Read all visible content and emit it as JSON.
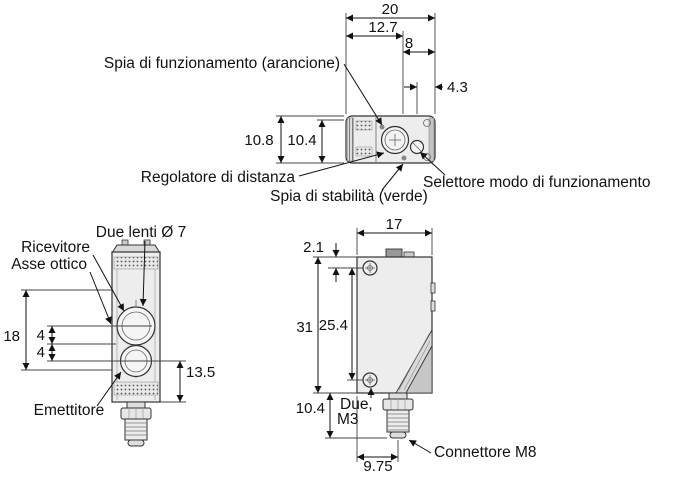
{
  "top_view": {
    "dims": {
      "width": "20",
      "d12_7": "12.7",
      "d8": "8",
      "d4_3": "4.3",
      "d10_8": "10.8",
      "d10_4": "10.4"
    },
    "labels": {
      "operation_indicator": "Spia di funzionamento (arancione)",
      "distance_adjuster": "Regolatore di distanza",
      "mode_selector": "Selettore modo di funzionamento",
      "stability_indicator": "Spia di stabilità (verde)"
    }
  },
  "front_view": {
    "dims": {
      "d18": "18",
      "d4_upper": "4",
      "d4_lower": "4",
      "d13_5": "13.5"
    },
    "labels": {
      "two_lenses": "Due lenti Ø 7",
      "receiver": "Ricevitore",
      "optical_axis": "Asse ottico",
      "emitter": "Emettitore"
    }
  },
  "side_view": {
    "dims": {
      "d17": "17",
      "d2_1": "2.1",
      "d31": "31",
      "d25_4": "25.4",
      "d10_4": "10.4",
      "d9_75": "9.75"
    },
    "labels": {
      "two_m3_line1": "Due,",
      "two_m3_line2": "M3",
      "connector": "Connettore M8"
    }
  }
}
